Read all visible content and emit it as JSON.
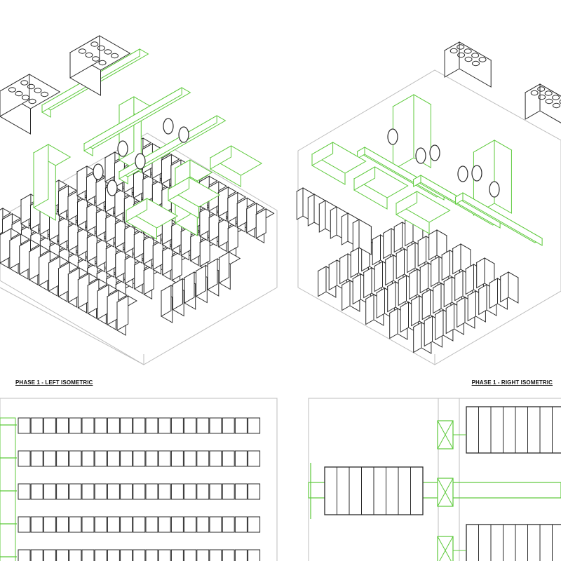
{
  "captions": {
    "left": "PHASE 1 - LEFT ISOMETRIC",
    "right": "PHASE 1 - RIGHT ISOMETRIC"
  },
  "colors": {
    "background": "#ffffff",
    "line": "#2a2a2a",
    "light_line": "#bdbdbd",
    "accent": "#5cc93a"
  },
  "drawings": {
    "left_isometric": {
      "condenser_units": 2,
      "cooling_towers": 3,
      "pipe_runs": 3,
      "inline_valves": 6,
      "rack_rows": 6
    },
    "right_isometric": {
      "condenser_units": 2,
      "cooling_towers": 2,
      "pipe_runs": 3,
      "inline_valves": 6,
      "rack_rows": 5
    },
    "left_plan": {
      "rack_rows": 5,
      "racks_per_row": 19
    },
    "right_plan": {
      "chiller_blocks": 3,
      "valve_boxes": 3
    }
  }
}
